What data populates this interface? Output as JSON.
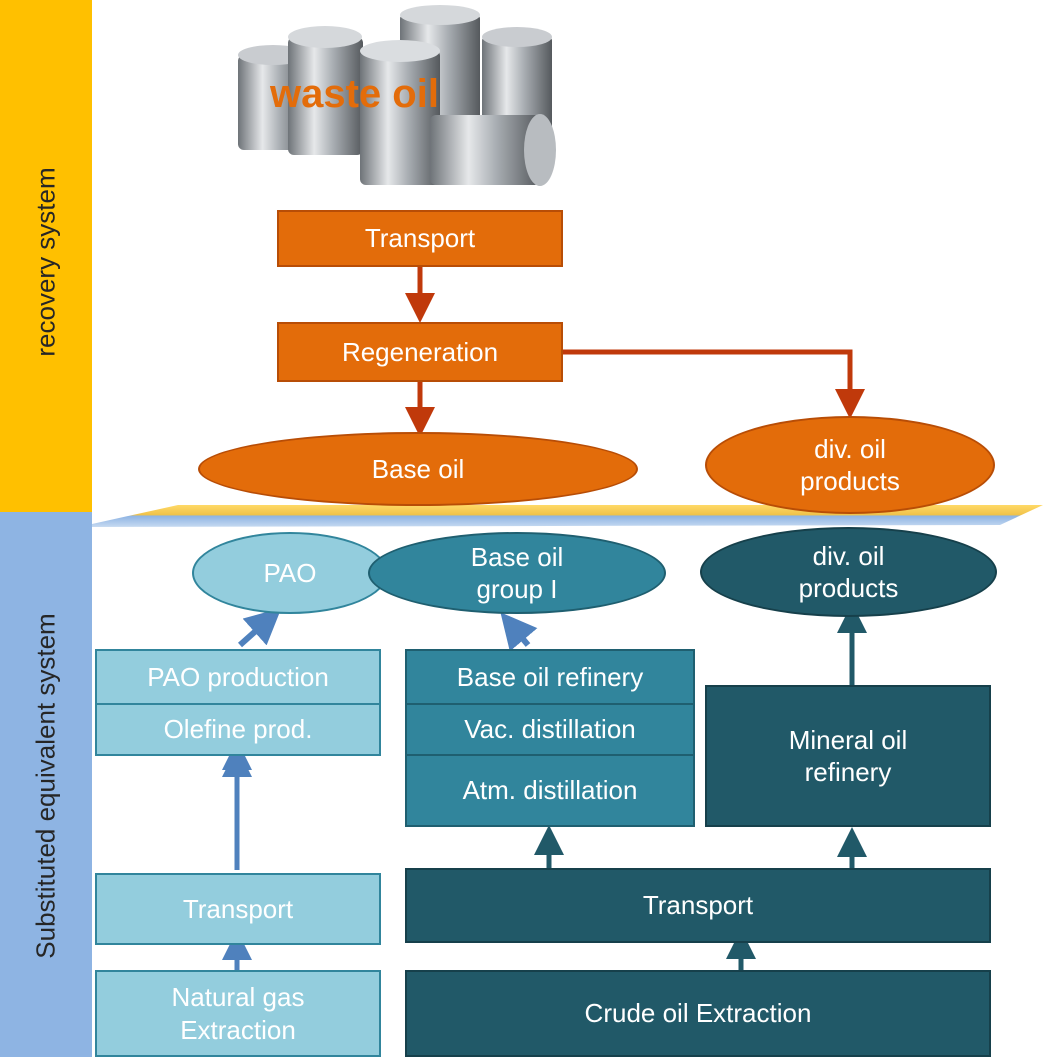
{
  "side_labels": {
    "recovery": "recovery system",
    "substituted": "Substituted equivalent system"
  },
  "recovery": {
    "waste_label": "waste oil",
    "transport": "Transport",
    "regeneration": "Regeneration",
    "base_oil": "Base oil",
    "div_oil_line1": "div. oil",
    "div_oil_line2": "products"
  },
  "substituted": {
    "pao": "PAO",
    "base_oil_group_line1": "Base oil",
    "base_oil_group_line2": "group I",
    "div_oil_line1": "div. oil",
    "div_oil_line2": "products",
    "pao_production": "PAO production",
    "olefine_prod": "Olefine prod.",
    "base_oil_refinery": "Base oil refinery",
    "vac_distillation": "Vac. distillation",
    "atm_distillation": "Atm. distillation",
    "mineral_line1": "Mineral oil",
    "mineral_line2": "refinery",
    "transport_left": "Transport",
    "transport_right": "Transport",
    "natgas_line1": "Natural gas",
    "natgas_line2": "Extraction",
    "crude_extraction": "Crude oil Extraction"
  },
  "icons": [
    "oil-barrel-icon"
  ],
  "colors": {
    "recovery_band": "#ffc000",
    "substituted_band": "#8eb4e3",
    "orange_process": "#e36c0a",
    "light_teal": "#93cddd",
    "mid_teal": "#31859c",
    "dark_teal": "#215968"
  }
}
